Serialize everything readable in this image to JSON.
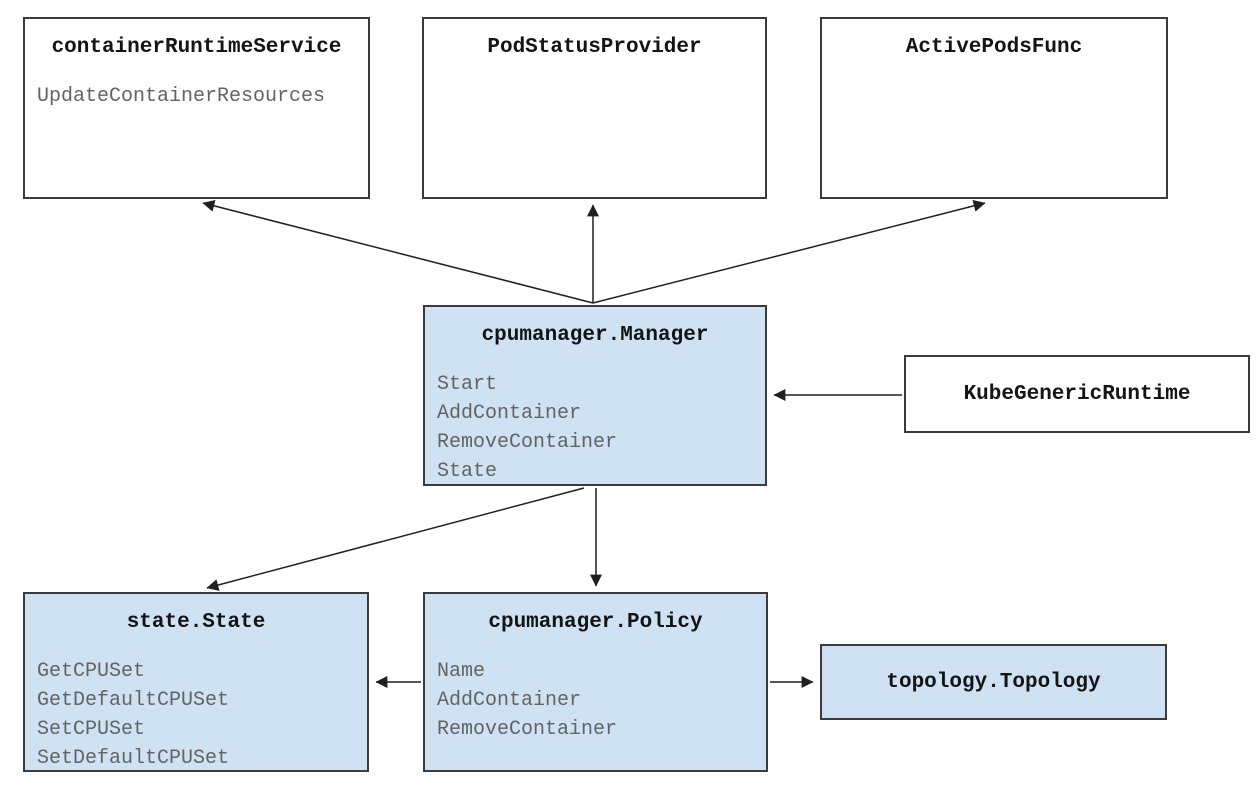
{
  "diagram": {
    "subject": "cpumanager component diagram",
    "colors": {
      "highlight_box_fill": "#cfe2f3",
      "plain_box_fill": "#ffffff",
      "box_border": "#3b3b3b",
      "title_text": "#141414",
      "method_text": "#636363",
      "arrow": "#1f1f1f"
    },
    "boxes": {
      "container_runtime_service": {
        "title": "containerRuntimeService",
        "methods": [
          "UpdateContainerResources"
        ]
      },
      "pod_status_provider": {
        "title": "PodStatusProvider",
        "methods": []
      },
      "active_pods_func": {
        "title": "ActivePodsFunc",
        "methods": []
      },
      "cpumanager_manager": {
        "title": "cpumanager.Manager",
        "methods": [
          "Start",
          "AddContainer",
          "RemoveContainer",
          "State"
        ]
      },
      "kube_generic_runtime": {
        "title": "KubeGenericRuntime",
        "methods": []
      },
      "state_state": {
        "title": "state.State",
        "methods": [
          "GetCPUSet",
          "GetDefaultCPUSet",
          "SetCPUSet",
          "SetDefaultCPUSet"
        ]
      },
      "cpumanager_policy": {
        "title": "cpumanager.Policy",
        "methods": [
          "Name",
          "AddContainer",
          "RemoveContainer"
        ]
      },
      "topology_topology": {
        "title": "topology.Topology",
        "methods": []
      }
    },
    "edges": [
      {
        "from": "cpumanager.Manager",
        "to": "containerRuntimeService"
      },
      {
        "from": "cpumanager.Manager",
        "to": "PodStatusProvider"
      },
      {
        "from": "cpumanager.Manager",
        "to": "ActivePodsFunc"
      },
      {
        "from": "KubeGenericRuntime",
        "to": "cpumanager.Manager"
      },
      {
        "from": "cpumanager.Manager",
        "to": "state.State"
      },
      {
        "from": "cpumanager.Manager",
        "to": "cpumanager.Policy"
      },
      {
        "from": "cpumanager.Policy",
        "to": "state.State"
      },
      {
        "from": "cpumanager.Policy",
        "to": "topology.Topology"
      }
    ]
  }
}
